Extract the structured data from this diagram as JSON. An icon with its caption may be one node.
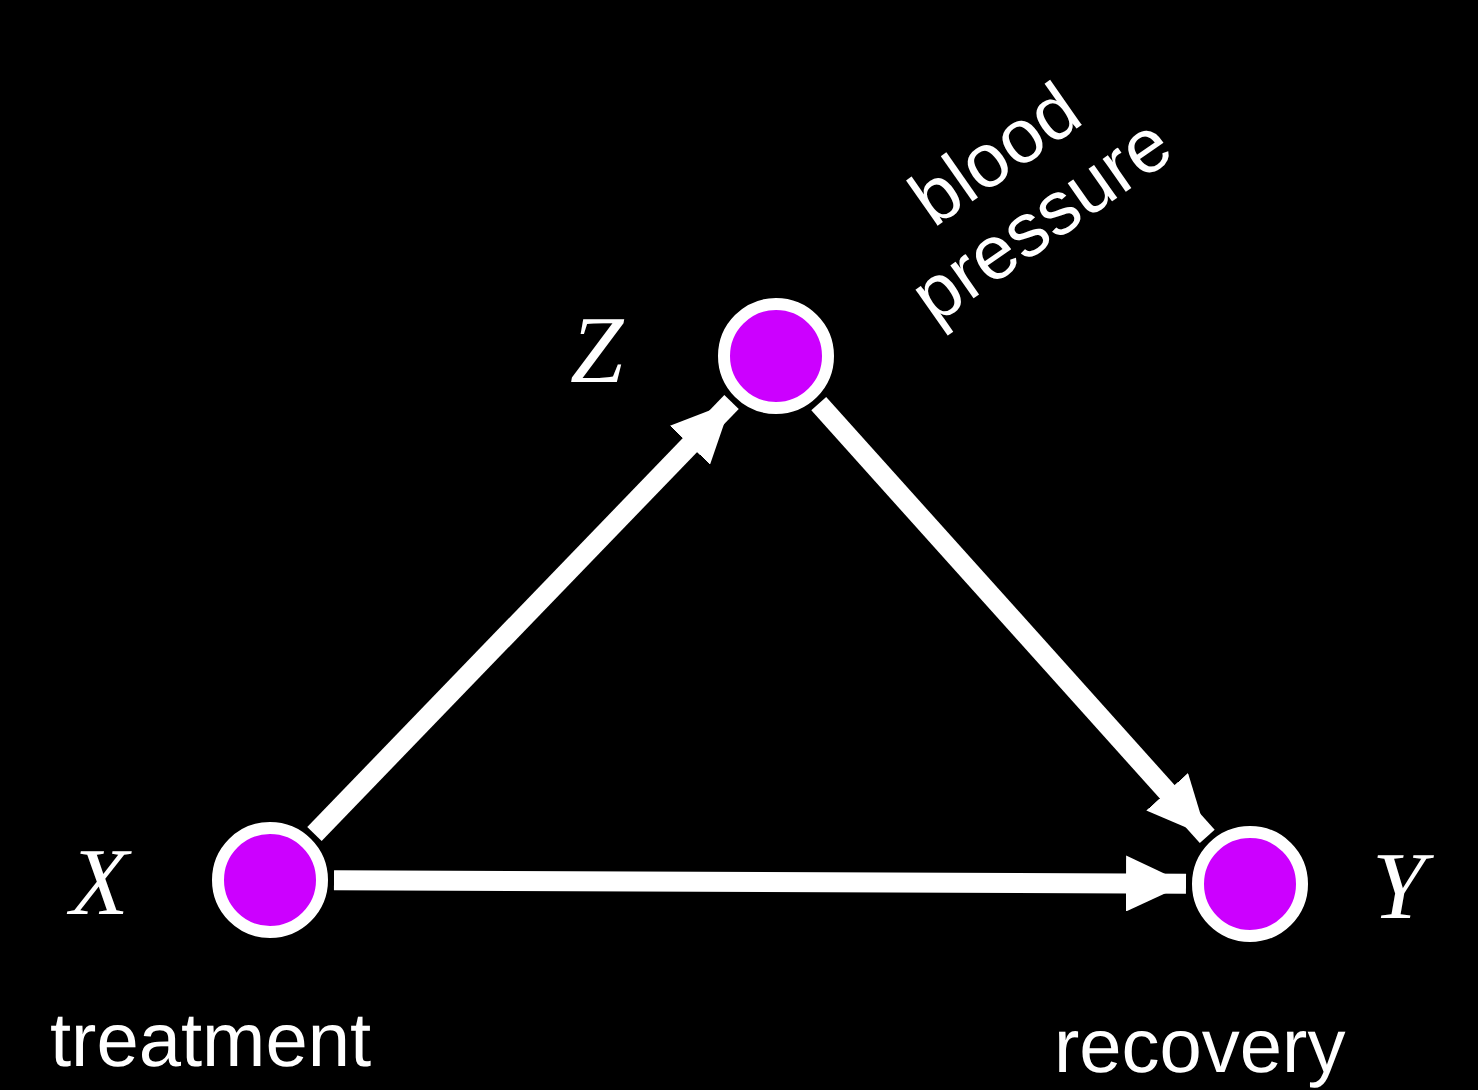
{
  "diagram": {
    "nodes": [
      {
        "text": [
          "X"
        ],
        "beside": [
          "treatment"
        ]
      },
      {
        "text": [
          "Z"
        ],
        "beside": [
          "blood pressure"
        ]
      },
      {
        "text": [
          "Y"
        ],
        "beside": [
          "recovery"
        ]
      }
    ],
    "edges": [
      {
        "from": 0,
        "to": 1,
        "arrow": "to"
      },
      {
        "from": 1,
        "to": 2,
        "arrow": "to"
      },
      {
        "from": 0,
        "to": 2,
        "arrow": "to"
      }
    ]
  }
}
